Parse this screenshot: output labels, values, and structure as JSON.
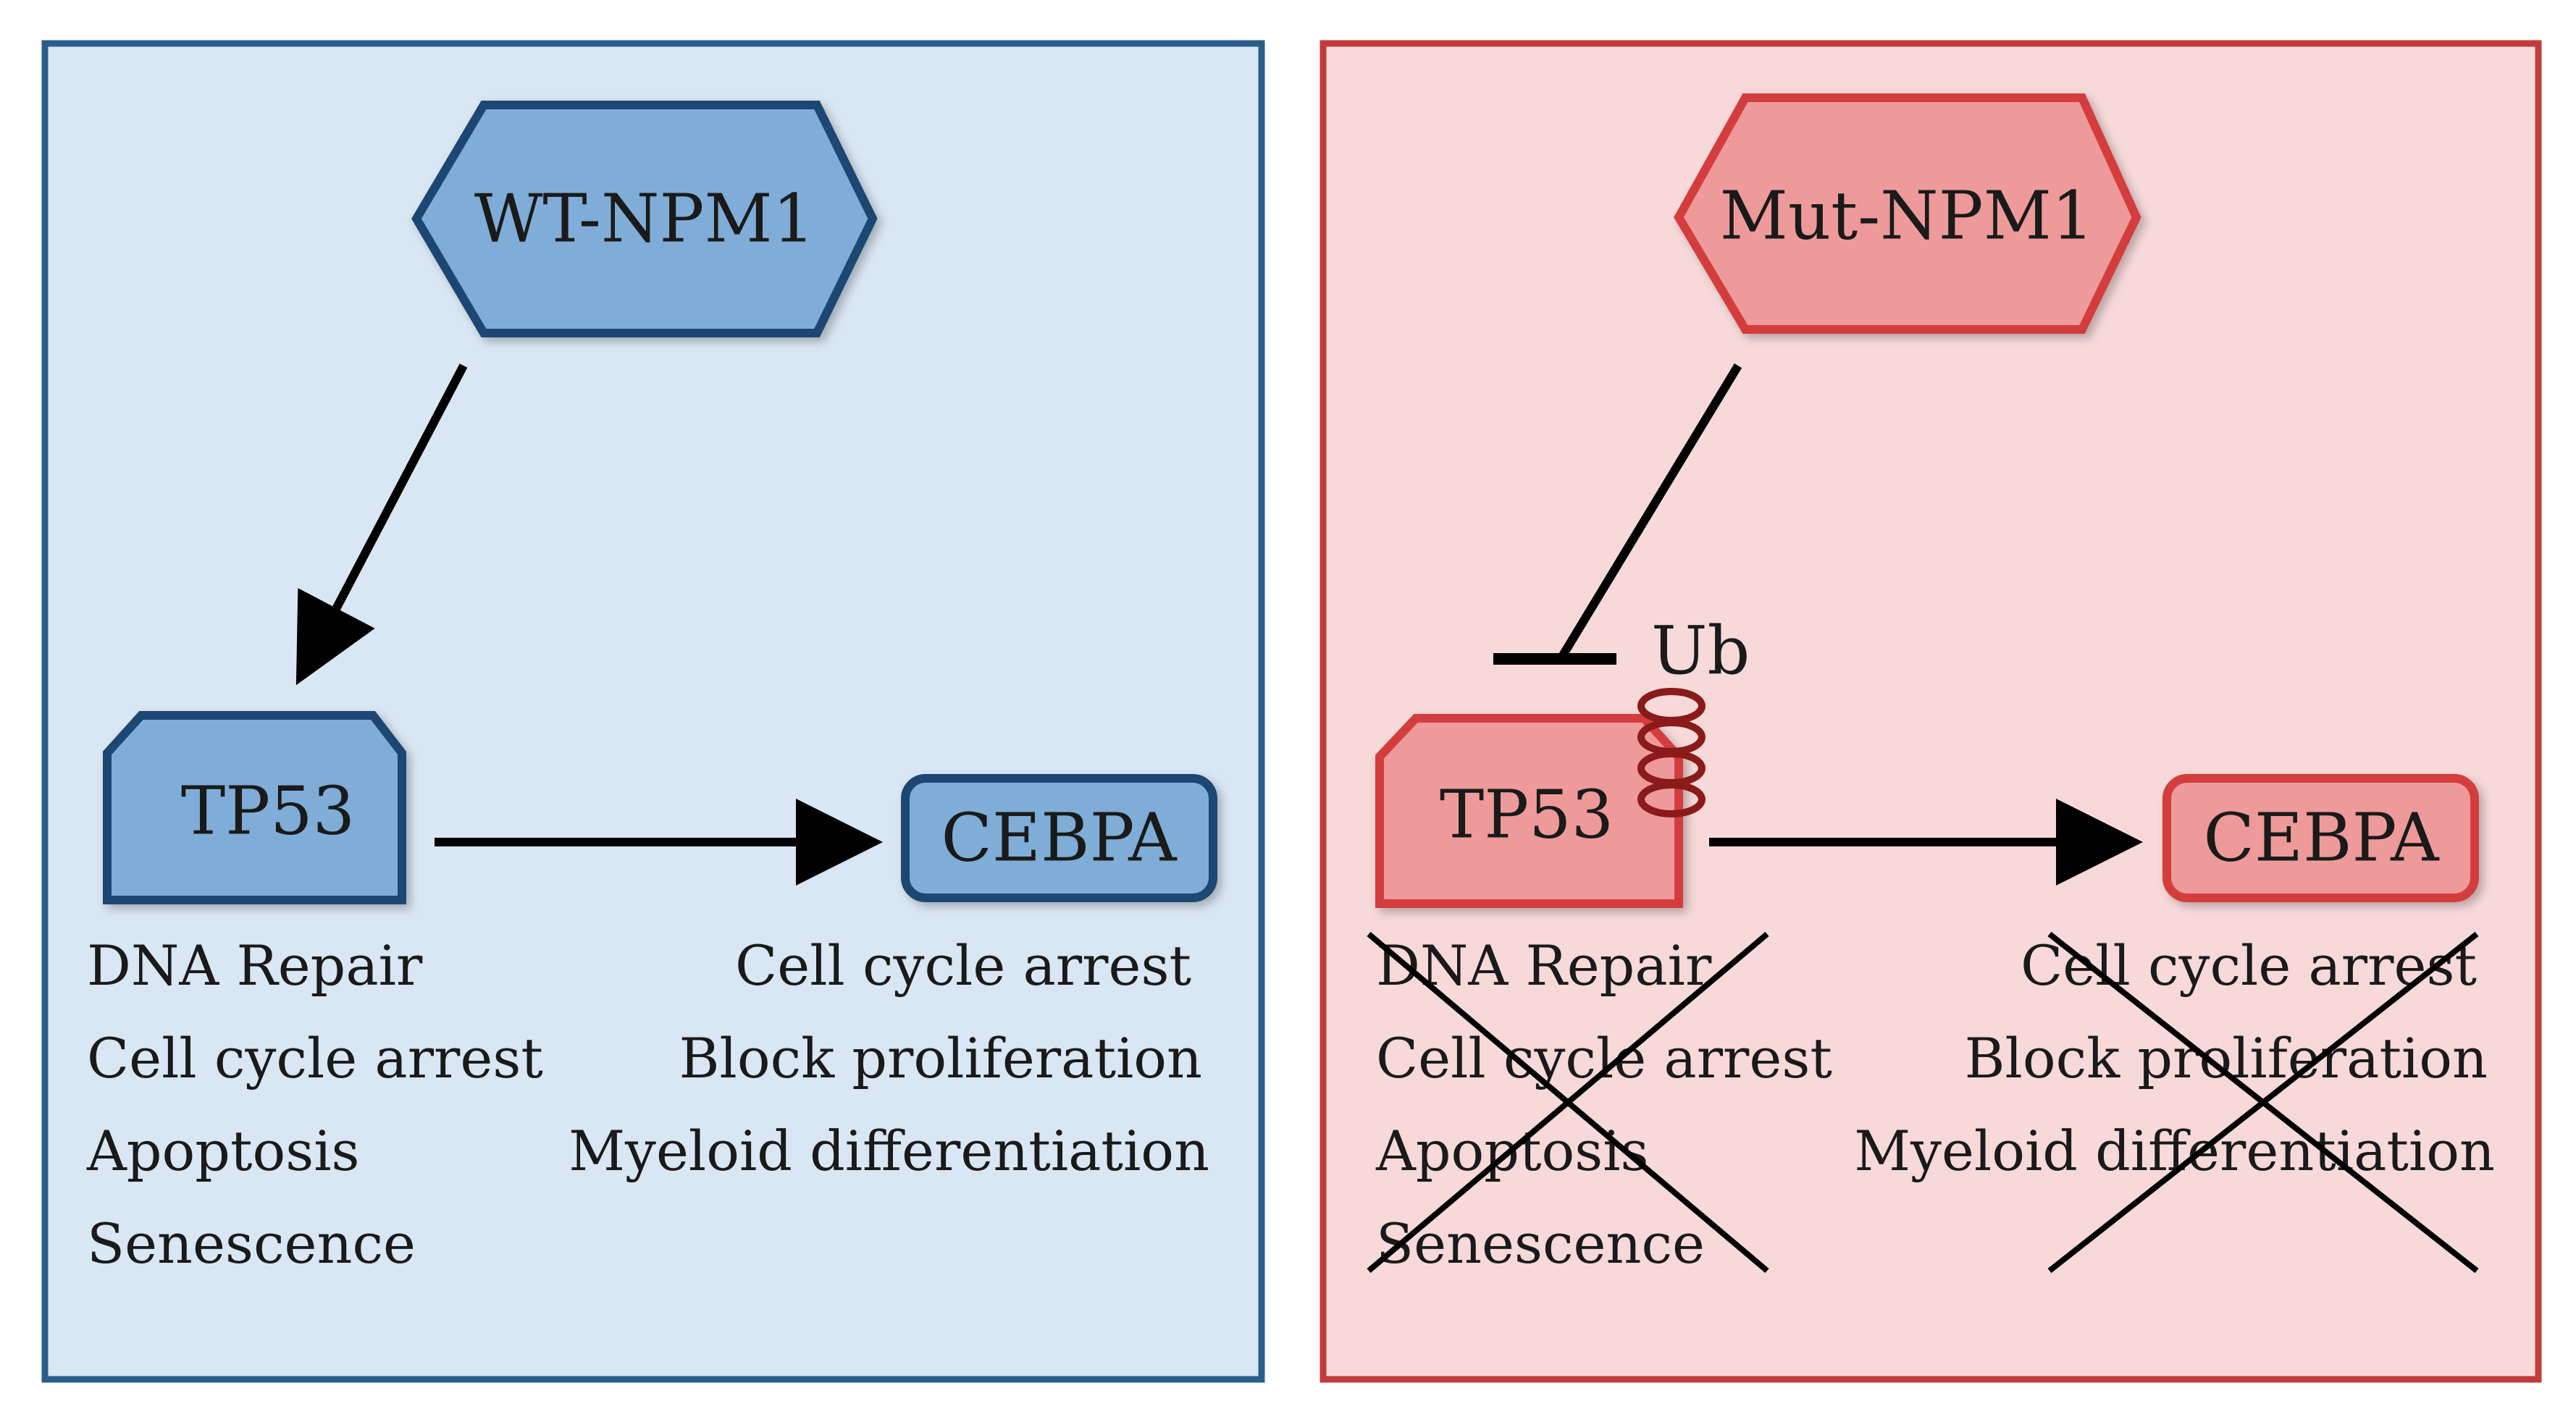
{
  "left_panel": {
    "colors": {
      "fill": "#d9e6f3",
      "border": "#2a5d8c",
      "node_fill": "#7fadd8",
      "node_border": "#1b4672"
    },
    "regulator_label": "WT-NPM1",
    "tp53_label": "TP53",
    "cebpa_label": "CEBPA",
    "tp53_effects": [
      "DNA Repair",
      "Cell cycle arrest",
      "Apoptosis",
      "Senescence"
    ],
    "cebpa_effects": [
      "Cell cycle arrest",
      "Block proliferation",
      "Myeloid differentiation"
    ]
  },
  "right_panel": {
    "colors": {
      "fill": "#f7d9da",
      "border": "#c23b3b",
      "node_fill": "#ee9a9a",
      "node_border": "#d43c3c",
      "ub_coil": "#8b1a1a"
    },
    "regulator_label": "Mut-NPM1",
    "tp53_label": "TP53",
    "cebpa_label": "CEBPA",
    "ub_label": "Ub",
    "tp53_effects": [
      "DNA Repair",
      "Cell cycle arrest",
      "Apoptosis",
      "Senescence"
    ],
    "cebpa_effects": [
      "Cell cycle arrest",
      "Block proliferation",
      "Myeloid differentiation"
    ]
  }
}
